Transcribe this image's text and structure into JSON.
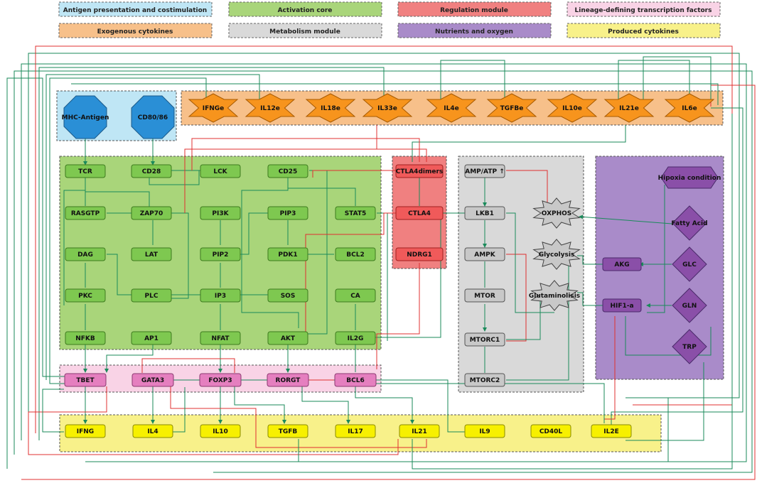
{
  "legend": [
    {
      "label": "Antigen presentation and costimulation",
      "color": "#bfe6f5"
    },
    {
      "label": "Activation core",
      "color": "#a9d57a"
    },
    {
      "label": "Regulation module",
      "color": "#f08080"
    },
    {
      "label": "Lineage-defining transcription factors",
      "color": "#f9d3e6"
    },
    {
      "label": "Exogenous cytokines",
      "color": "#f7c08a"
    },
    {
      "label": "Metabolism module",
      "color": "#d9d9d9"
    },
    {
      "label": "Nutrients and oxygen",
      "color": "#a98bc9"
    },
    {
      "label": "Produced cytokines",
      "color": "#f8f18a"
    }
  ],
  "antigen_nodes": [
    "MHC-Antigen",
    "CD80/86"
  ],
  "exogenous_cytokines": [
    "IFNGe",
    "IL12e",
    "IL18e",
    "IL33e",
    "IL4e",
    "TGFBe",
    "IL10e",
    "IL21e",
    "IL6e"
  ],
  "activation_nodes": [
    "TCR",
    "CD28",
    "LCK",
    "CD25",
    "RASGTP",
    "ZAP70",
    "PI3K",
    "PIP3",
    "STAT5",
    "DAG",
    "LAT",
    "PIP2",
    "PDK1",
    "BCL2",
    "PKC",
    "PLC",
    "IP3",
    "SOS",
    "CA",
    "NFKB",
    "AP1",
    "NFAT",
    "AKT",
    "IL2G"
  ],
  "regulation_nodes": [
    "CTLA4dimers",
    "CTLA4",
    "NDRG1"
  ],
  "metabolism_nodes": [
    "AMP/ATP ↑",
    "LKB1",
    "AMPK",
    "MTOR",
    "MTORC1",
    "MTORC2"
  ],
  "metabolism_processes": [
    "OXPHOS",
    "Glycolysis",
    "Glutaminolisis"
  ],
  "nutrient_nodes": [
    "Hipoxia condition",
    "Fatty Acid",
    "AKG",
    "GLC",
    "HIF1-a",
    "GLN",
    "TRP"
  ],
  "transcription_factors": [
    "TBET",
    "GATA3",
    "FOXP3",
    "RORGT",
    "BCL6"
  ],
  "produced_cytokines": [
    "IFNG",
    "IL4",
    "IL10",
    "TGFB",
    "IL17",
    "IL21",
    "IL9",
    "CD40L",
    "IL2E"
  ],
  "colors": {
    "activation_node": "#7ec850",
    "regulation_node": "#f05a5a",
    "metabolism_node": "#c8c8c8",
    "nutrient_node": "#8a4fa8",
    "tf_node": "#e57fbf",
    "produced_node": "#f7f000",
    "exogenous_node": "#f7941d",
    "antigen_node": "#2a8fd6",
    "edge_activation": "#1a8a5a",
    "edge_inhibition": "#e03030"
  }
}
